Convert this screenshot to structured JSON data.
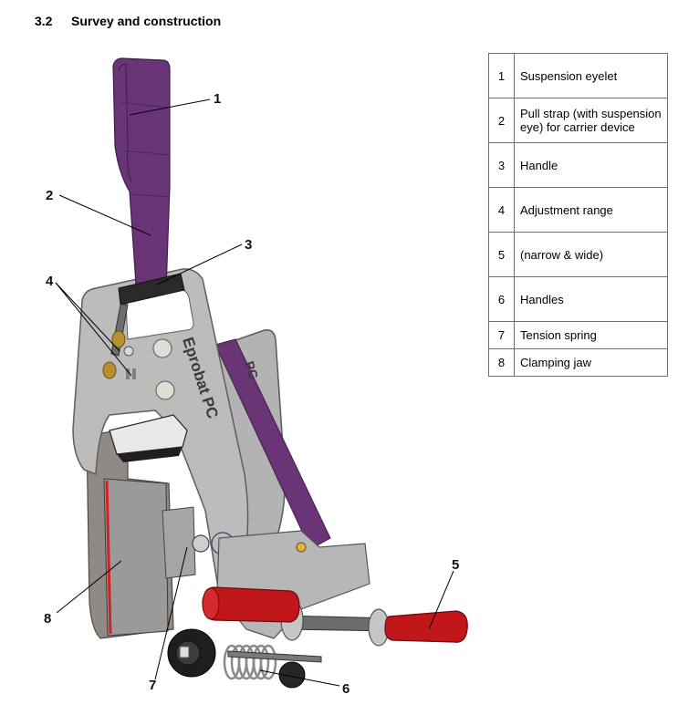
{
  "section": {
    "number": "3.2",
    "title": "Survey and construction"
  },
  "figure": {
    "description": "Clamping device with purple pull strap, grey steel plates, red handles and tension spring",
    "engraving_text": "Eprobat PC",
    "colors": {
      "strap": "#6a3577",
      "plate": "#b9b9b9",
      "plate_edge": "#7d7d7d",
      "handle": "#c1171b",
      "jaw_lining": "#d42020",
      "brass": "#b8902f",
      "dark": "#2a2a2a"
    },
    "callouts": [
      "1",
      "2",
      "3",
      "4",
      "5",
      "6",
      "7",
      "8"
    ]
  },
  "legend": {
    "rows": [
      {
        "number": "1",
        "label": "Suspension eyelet"
      },
      {
        "number": "2",
        "label": "Pull strap (with suspension eye) for carrier device"
      },
      {
        "number": "3",
        "label": "Handle"
      },
      {
        "number": "4",
        "label": "Adjustment range"
      },
      {
        "number": "5",
        "label": "(narrow & wide)"
      },
      {
        "number": "6",
        "label": "Handles"
      },
      {
        "number": "7",
        "label": "Tension spring"
      },
      {
        "number": "8",
        "label": "Clamping jaw"
      }
    ]
  }
}
